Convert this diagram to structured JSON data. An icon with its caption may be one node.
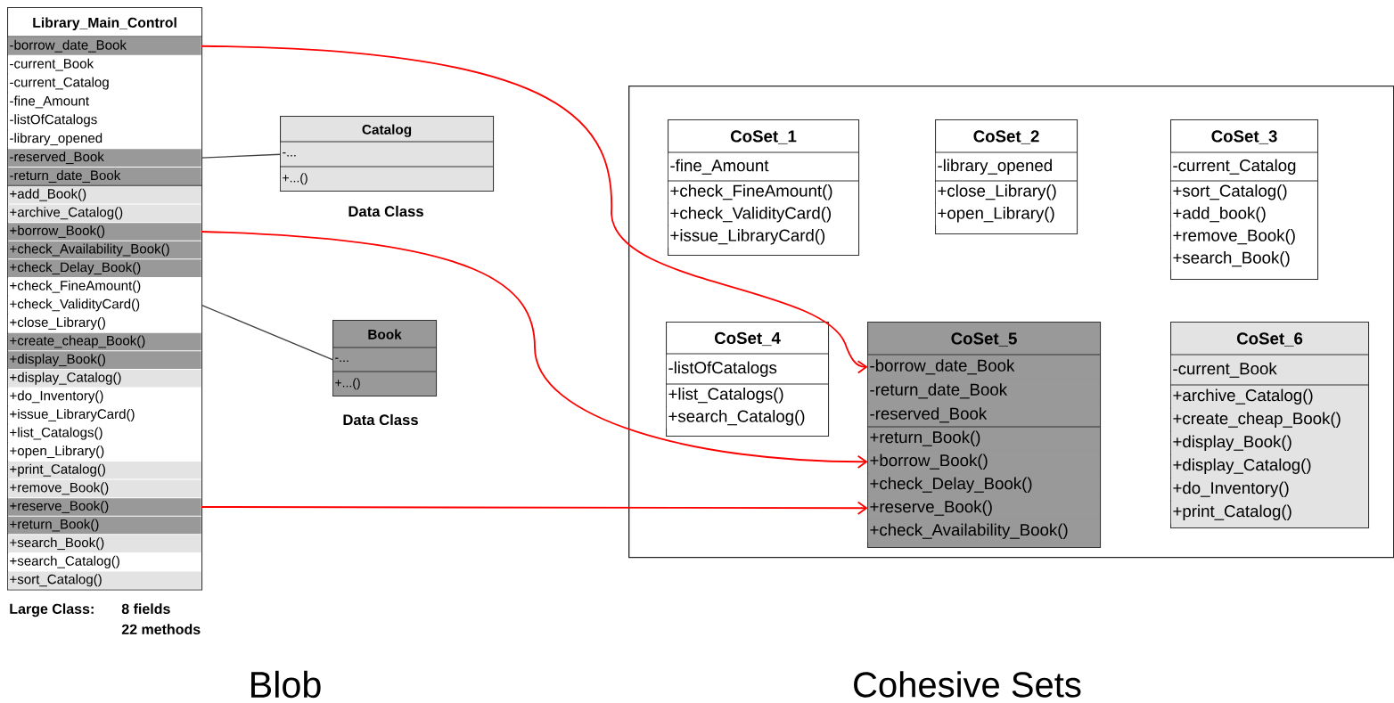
{
  "diagram": {
    "nodes": [
      {
        "text": [
          "Library_Main_Control"
        ],
        "beside": [
          "Large Class:",
          "8 fields",
          "22 methods"
        ]
      },
      {
        "text": [
          "-borrow_date_Book"
        ],
        "in": 0
      },
      {
        "text": [
          "-current_Book"
        ],
        "in": 0
      },
      {
        "text": [
          "-current_Catalog"
        ],
        "in": 0
      },
      {
        "text": [
          "-fine_Amount"
        ],
        "in": 0
      },
      {
        "text": [
          "-listOfCatalogs"
        ],
        "in": 0
      },
      {
        "text": [
          "-library_opened"
        ],
        "in": 0
      },
      {
        "text": [
          "-reserved_Book"
        ],
        "in": 0
      },
      {
        "text": [
          "-return_date_Book"
        ],
        "in": 0
      },
      {
        "text": [
          "+add_Book()"
        ],
        "in": 0
      },
      {
        "text": [
          "+archive_Catalog()"
        ],
        "in": 0
      },
      {
        "text": [
          "+borrow_Book()"
        ],
        "in": 0
      },
      {
        "text": [
          "+check_Availability_Book()"
        ],
        "in": 0
      },
      {
        "text": [
          "+check_Delay_Book()"
        ],
        "in": 0
      },
      {
        "text": [
          "+check_FineAmount()"
        ],
        "in": 0
      },
      {
        "text": [
          "+check_ValidityCard()"
        ],
        "in": 0
      },
      {
        "text": [
          "+close_Library()"
        ],
        "in": 0
      },
      {
        "text": [
          "+create_cheap_Book()"
        ],
        "in": 0
      },
      {
        "text": [
          "+display_Book()"
        ],
        "in": 0
      },
      {
        "text": [
          "+display_Catalog()"
        ],
        "in": 0
      },
      {
        "text": [
          "+do_Inventory()"
        ],
        "in": 0
      },
      {
        "text": [
          "+issue_LibraryCard()"
        ],
        "in": 0
      },
      {
        "text": [
          "+list_Catalogs()"
        ],
        "in": 0
      },
      {
        "text": [
          "+open_Library()"
        ],
        "in": 0
      },
      {
        "text": [
          "+print_Catalog()"
        ],
        "in": 0
      },
      {
        "text": [
          "+remove_Book()"
        ],
        "in": 0
      },
      {
        "text": [
          "+reserve_Book()"
        ],
        "in": 0
      },
      {
        "text": [
          "+return_Book()"
        ],
        "in": 0
      },
      {
        "text": [
          "+search_Book()"
        ],
        "in": 0
      },
      {
        "text": [
          "+search_Catalog()"
        ],
        "in": 0
      },
      {
        "text": [
          "+sort_Catalog()"
        ],
        "in": 0
      },
      {
        "text": [
          "Catalog"
        ],
        "beside": [
          "Data Class"
        ]
      },
      {
        "text": [
          "-..."
        ],
        "in": 31
      },
      {
        "text": [
          "+...()"
        ],
        "in": 31
      },
      {
        "text": [
          "Book"
        ],
        "beside": [
          "Data Class"
        ]
      },
      {
        "text": [
          "-..."
        ],
        "in": 34
      },
      {
        "text": [
          "+...()"
        ],
        "in": 34
      },
      {
        "text": [
          "Cohesive Sets"
        ]
      },
      {
        "text": [
          "CoSet_1"
        ],
        "in": 37
      },
      {
        "text": [
          "-fine_Amount"
        ],
        "in": 38
      },
      {
        "text": [
          "+check_FineAmount()"
        ],
        "in": 38
      },
      {
        "text": [
          "+check_ValidityCard()"
        ],
        "in": 38
      },
      {
        "text": [
          "+issue_LibraryCard()"
        ],
        "in": 38
      },
      {
        "text": [
          "CoSet_2"
        ],
        "in": 37
      },
      {
        "text": [
          "-library_opened"
        ],
        "in": 43
      },
      {
        "text": [
          "+close_Library()"
        ],
        "in": 43
      },
      {
        "text": [
          "+open_Library()"
        ],
        "in": 43
      },
      {
        "text": [
          "CoSet_3"
        ],
        "in": 37
      },
      {
        "text": [
          "-current_Catalog"
        ],
        "in": 47
      },
      {
        "text": [
          "+sort_Catalog()"
        ],
        "in": 47
      },
      {
        "text": [
          "+add_book()"
        ],
        "in": 47
      },
      {
        "text": [
          "+remove_Book()"
        ],
        "in": 47
      },
      {
        "text": [
          "+search_Book()"
        ],
        "in": 47
      },
      {
        "text": [
          "CoSet_4"
        ],
        "in": 37
      },
      {
        "text": [
          "-listOfCatalogs"
        ],
        "in": 53
      },
      {
        "text": [
          "+list_Catalogs()"
        ],
        "in": 53
      },
      {
        "text": [
          "+search_Catalog()"
        ],
        "in": 53
      },
      {
        "text": [
          "CoSet_5"
        ],
        "in": 37
      },
      {
        "text": [
          "-borrow_date_Book"
        ],
        "in": 57
      },
      {
        "text": [
          "-return_date_Book"
        ],
        "in": 57
      },
      {
        "text": [
          "-reserved_Book"
        ],
        "in": 57
      },
      {
        "text": [
          "+return_Book()"
        ],
        "in": 57
      },
      {
        "text": [
          "+borrow_Book()"
        ],
        "in": 57
      },
      {
        "text": [
          "+check_Delay_Book()"
        ],
        "in": 57
      },
      {
        "text": [
          "+reserve_Book()"
        ],
        "in": 57
      },
      {
        "text": [
          "+check_Availability_Book()"
        ],
        "in": 57
      },
      {
        "text": [
          "CoSet_6"
        ],
        "in": 37
      },
      {
        "text": [
          "-current_Book"
        ],
        "in": 66
      },
      {
        "text": [
          "+archive_Catalog()"
        ],
        "in": 66
      },
      {
        "text": [
          "+create_cheap_Book()"
        ],
        "in": 66
      },
      {
        "text": [
          "+display_Book()"
        ],
        "in": 66
      },
      {
        "text": [
          "+display_Catalog()"
        ],
        "in": 66
      },
      {
        "text": [
          "+do_Inventory()"
        ],
        "in": 66
      },
      {
        "text": [
          "+print_Catalog()"
        ],
        "in": 66
      }
    ],
    "edges": [
      {
        "from": 1,
        "to": 58,
        "arrow": "to"
      },
      {
        "from": 11,
        "to": 62,
        "arrow": "to"
      },
      {
        "from": 26,
        "to": 64,
        "arrow": "to"
      },
      {
        "from": 7,
        "to": 32,
        "arrow": "none",
        "color": "#404040"
      },
      {
        "from": 15,
        "to": 35,
        "arrow": "none",
        "color": "#404040"
      }
    ],
    "labels": [
      "Blob"
    ]
  }
}
